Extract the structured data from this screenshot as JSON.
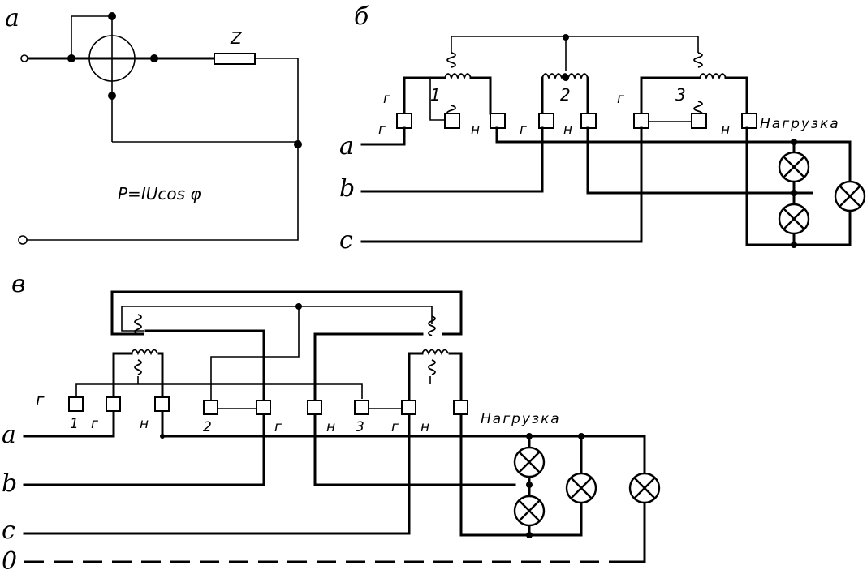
{
  "diagram_a": {
    "label": "а",
    "impedance_label": "Z",
    "formula": "P=IUcos φ"
  },
  "diagram_b": {
    "label": "б",
    "phases": [
      "a",
      "b",
      "c"
    ],
    "coil_numbers": [
      "1",
      "2",
      "3"
    ],
    "terminal_marks": [
      "г",
      "г",
      "н",
      "г",
      "н",
      "г",
      "н"
    ],
    "load_label": "Нагрузка"
  },
  "diagram_v": {
    "label": "в",
    "phases": [
      "a",
      "b",
      "c",
      "0"
    ],
    "marks": [
      "г",
      "1",
      "г",
      "н",
      "2",
      "г",
      "н",
      "3",
      "г",
      "н"
    ],
    "load_label": "Нагрузка"
  }
}
